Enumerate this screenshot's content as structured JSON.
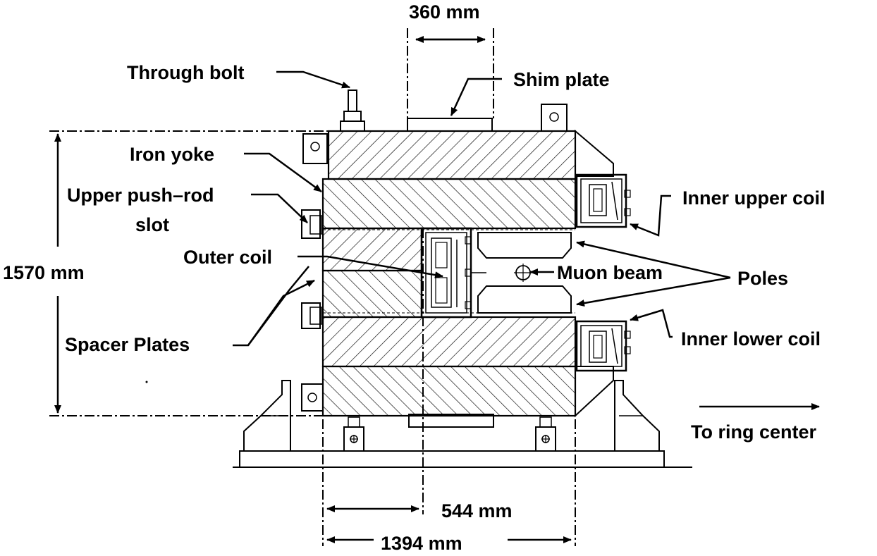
{
  "labels": {
    "dim_360": "360 mm",
    "through_bolt": "Through bolt",
    "shim_plate": "Shim plate",
    "iron_yoke": "Iron yoke",
    "upper_push_rod_1": "Upper push–rod",
    "upper_push_rod_2": "slot",
    "inner_upper_coil": "Inner upper coil",
    "outer_coil": "Outer coil",
    "muon_beam": "Muon beam",
    "poles": "Poles",
    "dim_1570": "1570 mm",
    "inner_lower_coil": "Inner lower coil",
    "spacer_plates": "Spacer Plates",
    "to_ring_center": "To ring center",
    "dim_544": "544 mm",
    "dim_1394": "1394 mm"
  },
  "colors": {
    "line": "#000000",
    "background": "#ffffff"
  }
}
